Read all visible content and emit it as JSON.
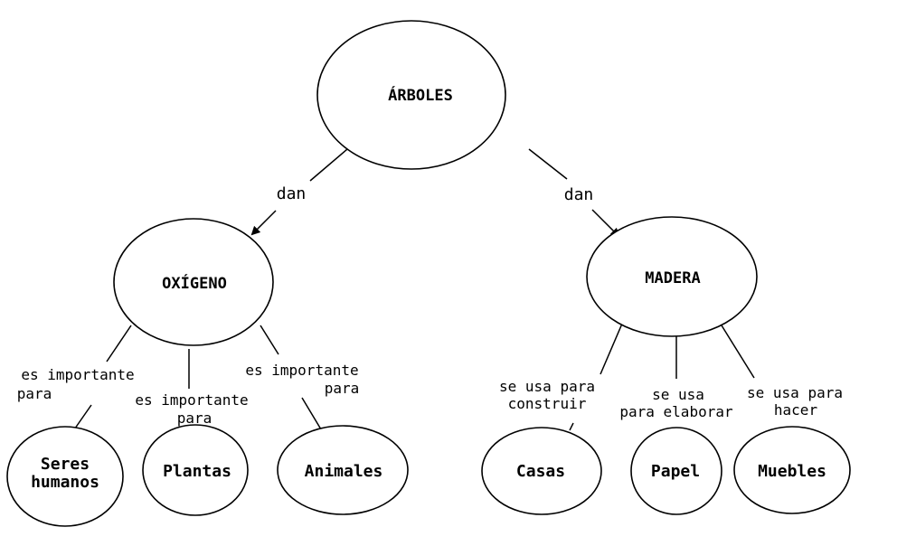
{
  "nodes": {
    "root": "ÁRBOLES",
    "oxigeno": "OXÍGENO",
    "madera": "MADERA",
    "seres_line1": "Seres",
    "seres_line2": "humanos",
    "plantas": "Plantas",
    "animales": "Animales",
    "casas": "Casas",
    "papel": "Papel",
    "muebles": "Muebles"
  },
  "links": {
    "dan_left": "dan",
    "dan_right": "dan",
    "ep1_line1": "es importante",
    "ep1_line2": "para",
    "ep2_line1": "es importante",
    "ep2_line2": "para",
    "ep3_line1": "es importante",
    "ep3_line2": "para",
    "construir_line1": "se usa para",
    "construir_line2": "construir",
    "elaborar_line1": "se usa",
    "elaborar_line2": "para elaborar",
    "hacer_line1": "se usa para",
    "hacer_line2": "hacer"
  }
}
